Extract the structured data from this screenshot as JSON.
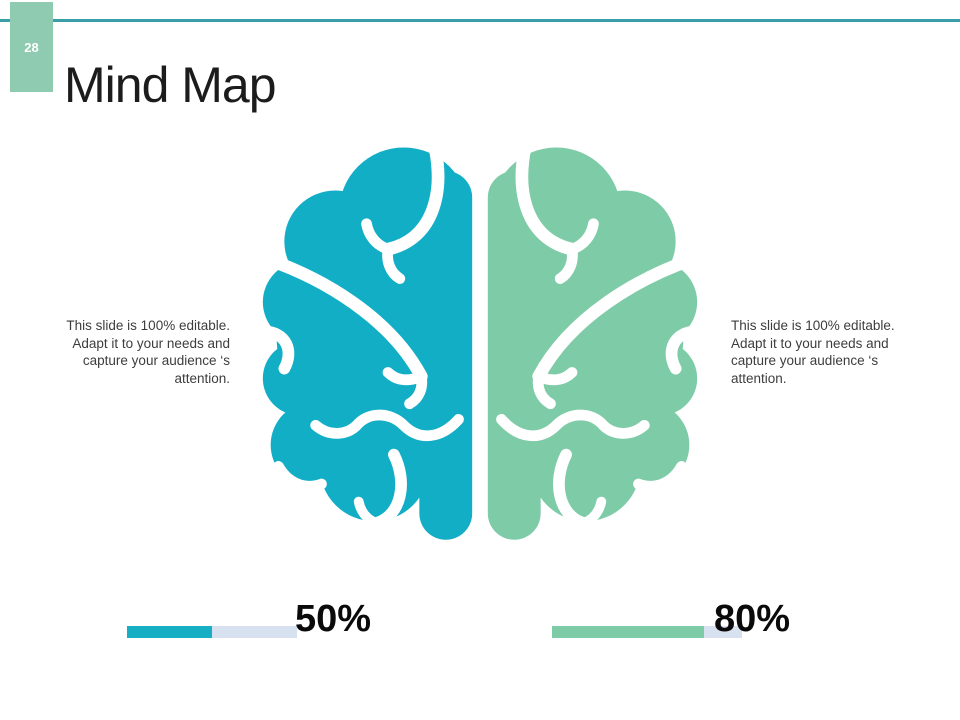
{
  "slide": {
    "page_number": "28",
    "title": "Mind Map"
  },
  "notes": {
    "left": "This slide is 100% editable. Adapt it to your needs and capture your audience ‘s attention.",
    "right": "This slide is 100% editable. Adapt it to your needs and capture your audience ‘s attention."
  },
  "chart_data": {
    "type": "bar",
    "title": "Mind Map hemisphere progress bars",
    "categories": [
      "left-hemisphere",
      "right-hemisphere"
    ],
    "items": [
      {
        "label": "50%",
        "value": 50,
        "color": "#16AFC3"
      },
      {
        "label": "80%",
        "value": 80,
        "color": "#7ECBA7"
      }
    ],
    "track_color": "#D8E1F0",
    "value_range": [
      0,
      100
    ],
    "orientation": "horizontal"
  },
  "brain": {
    "left_hemisphere_color": "#11AEC6",
    "right_hemisphere_color": "#7ECBA7"
  },
  "colors": {
    "top_rule": "#3A9EA8",
    "page_number_bg": "#8FCBB1",
    "page_number_text": "#FFFFFF",
    "title_text": "#1C1C1C",
    "note_text": "#3D3D3D",
    "label_text": "#0A0A0A",
    "background": "#FFFFFF"
  }
}
